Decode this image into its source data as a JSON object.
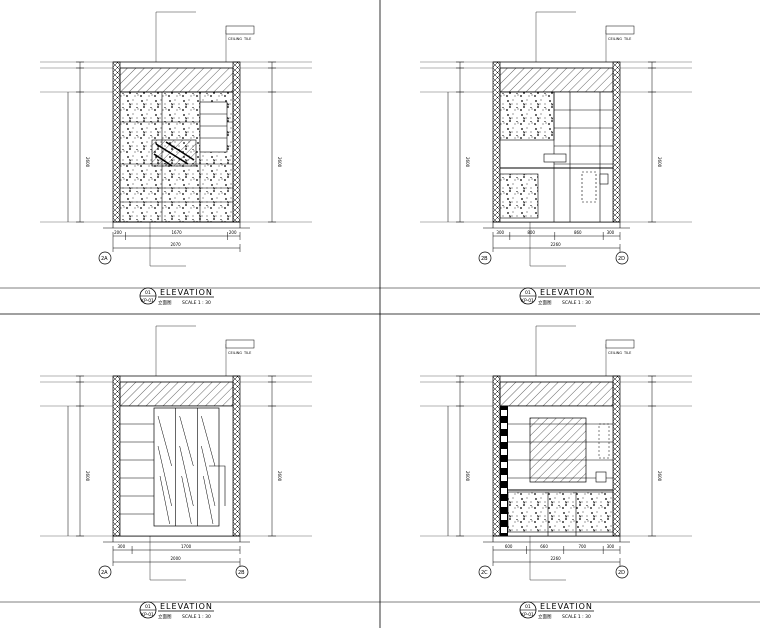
{
  "panels": [
    {
      "id": "p1",
      "title": "ELEVATION",
      "sheet_ref": "01",
      "drawing_code": "KP-01",
      "scale_text": "SCALE 1 : 30",
      "plan_tag": "立面图",
      "dims_bottom": [
        "200",
        "1670",
        "200"
      ],
      "total_width": "2070",
      "left_tag": "2A",
      "right_tag": "",
      "dim_height": "2600",
      "wall_type": "marble-grid"
    },
    {
      "id": "p2",
      "title": "ELEVATION",
      "sheet_ref": "01",
      "drawing_code": "KP-01",
      "scale_text": "SCALE 1 : 30",
      "plan_tag": "立面图",
      "dims_bottom": [
        "300",
        "800",
        "860",
        "300"
      ],
      "total_width": "2260",
      "left_tag": "2B",
      "right_tag": "2D",
      "dim_height": "2600",
      "wall_type": "cabinet"
    },
    {
      "id": "p3",
      "title": "ELEVATION",
      "sheet_ref": "01",
      "drawing_code": "KP-01",
      "scale_text": "SCALE 1 : 30",
      "plan_tag": "立面图",
      "dims_bottom": [
        "300",
        "1700"
      ],
      "total_width": "2000",
      "left_tag": "2A",
      "right_tag": "2B",
      "dim_height": "2600",
      "wall_type": "glass-door"
    },
    {
      "id": "p4",
      "title": "ELEVATION",
      "sheet_ref": "01",
      "drawing_code": "KP-01",
      "scale_text": "SCALE 1 : 30",
      "plan_tag": "立面图",
      "dims_bottom": [
        "600",
        "660",
        "700",
        "300"
      ],
      "total_width": "2260",
      "left_tag": "2C",
      "right_tag": "2D",
      "dim_height": "2600",
      "wall_type": "vanity"
    }
  ],
  "legend": {
    "ceiling_tag": "CEILING",
    "material_tag": "TILE"
  },
  "colors": {
    "line": "#000000",
    "background": "#ffffff"
  }
}
